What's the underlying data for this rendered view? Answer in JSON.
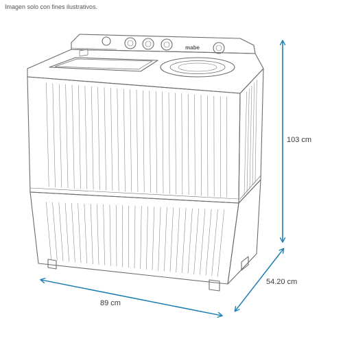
{
  "caption": "Imagen solo con fines ilustrativos.",
  "brand": "mabe",
  "dimensions": {
    "height": "103 cm",
    "depth": "54.20 cm",
    "width": "89 cm"
  },
  "colors": {
    "outline": "#6b6b6b",
    "arrow": "#1f7fb3"
  }
}
